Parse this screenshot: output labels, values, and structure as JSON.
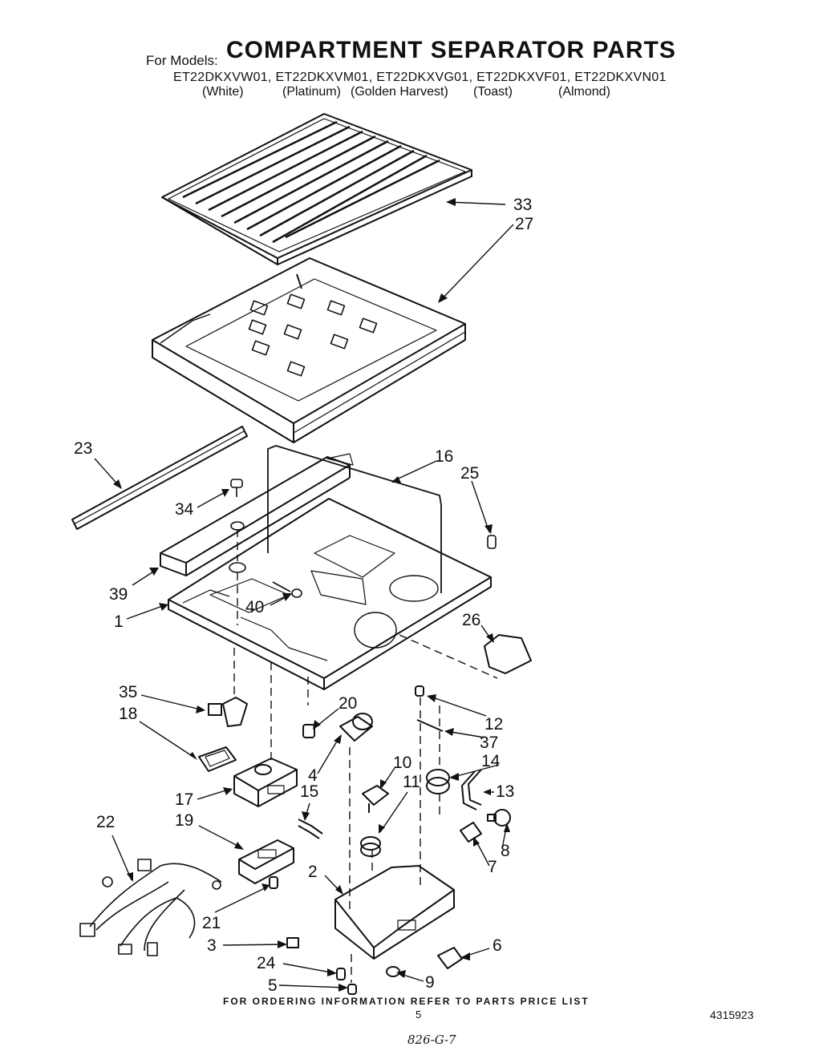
{
  "header": {
    "for_models": "For Models:",
    "title": "COMPARTMENT SEPARATOR PARTS",
    "models": "ET22DKXVW01, ET22DKXVM01, ET22DKXVG01, ET22DKXVF01, ET22DKXVN01",
    "colors": [
      "(White)",
      "(Platinum)",
      "(Golden Harvest)",
      "(Toast)",
      "(Almond)"
    ]
  },
  "callouts": {
    "c33": "33",
    "c27": "27",
    "c23": "23",
    "c16": "16",
    "c25": "25",
    "c34": "34",
    "c39": "39",
    "c40": "40",
    "c1": "1",
    "c26": "26",
    "c35": "35",
    "c20": "20",
    "c12": "12",
    "c18": "18",
    "c37": "37",
    "c10": "10",
    "c14": "14",
    "c4": "4",
    "c11": "11",
    "c15": "15",
    "c13": "13",
    "c17": "17",
    "c19": "19",
    "c22": "22",
    "c8": "8",
    "c7": "7",
    "c2": "2",
    "c21": "21",
    "c6": "6",
    "c3": "3",
    "c24": "24",
    "c5": "5",
    "c9": "9"
  },
  "footer": {
    "ordering_note": "FOR ORDERING INFORMATION REFER TO PARTS PRICE LIST",
    "page_number": "5",
    "document_number": "4315923",
    "handwritten_note": "826-G-7"
  }
}
